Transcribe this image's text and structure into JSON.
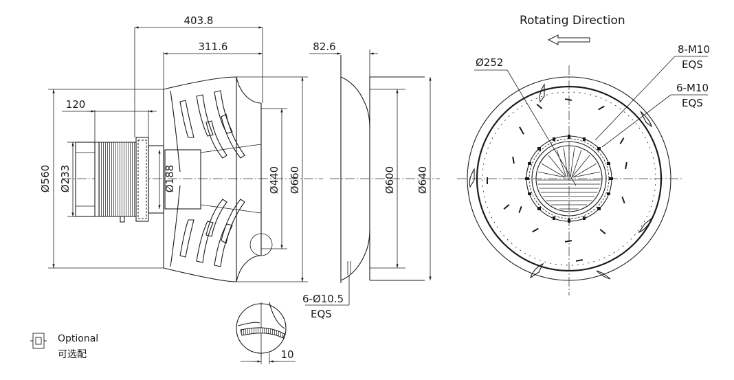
{
  "side_view": {
    "dim_total_depth": "403.8",
    "dim_impeller_depth": "311.6",
    "dim_motor_offset": "120",
    "dim_motor_dia": "Ø560",
    "dim_hub_dia": "Ø233",
    "dim_shaft_dia": "Ø188",
    "dim_inlet_dia": "Ø440",
    "dim_outer_dia": "Ø660"
  },
  "nozzle_view": {
    "dim_nozzle_depth": "82.6",
    "dim_nozzle_inner": "Ø600",
    "dim_nozzle_outer": "Ø640",
    "hole_spec_line1": "6-Ø10.5",
    "hole_spec_line2": "EQS"
  },
  "detail_view": {
    "dim_gap": "10"
  },
  "front_view": {
    "rotating_direction": "Rotating Direction",
    "dim_bolt_circle": "Ø252",
    "bolt_spec_a_line1": "8-M10",
    "bolt_spec_a_line2": "EQS",
    "bolt_spec_b_line1": "6-M10",
    "bolt_spec_b_line2": "EQS"
  },
  "legend": {
    "optional_en": "Optional",
    "optional_cn": "可选配"
  },
  "icons": [
    "arrow-left-icon",
    "optional-part-icon"
  ]
}
